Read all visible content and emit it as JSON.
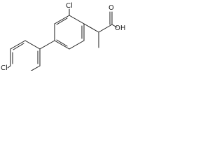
{
  "molecule": {
    "atoms": {
      "cl_top": "Cl",
      "cl_left": "Cl",
      "acid_o": "O",
      "acid_oh": "OH"
    }
  }
}
